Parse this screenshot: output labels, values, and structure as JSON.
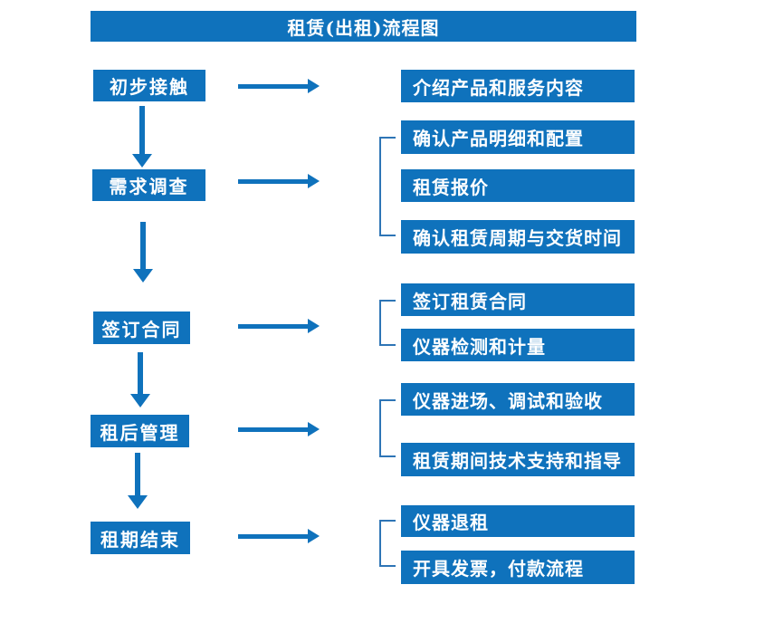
{
  "title": "租赁(出租)流程图",
  "colors": {
    "primary_blue": "#0f72bc",
    "bracket_blue": "#2e75b6",
    "text_on_blue": "#ffffff",
    "background": "#ffffff"
  },
  "stages": [
    {
      "label": "初步接触",
      "outputs": [
        "介绍产品和服务内容"
      ]
    },
    {
      "label": "需求调查",
      "outputs": [
        "确认产品明细和配置",
        "租赁报价",
        "确认租赁周期与交货时间"
      ]
    },
    {
      "label": "签订合同",
      "outputs": [
        "签订租赁合同",
        "仪器检测和计量"
      ]
    },
    {
      "label": "租后管理",
      "outputs": [
        "仪器进场、调试和验收",
        "租赁期间技术支持和指导"
      ]
    },
    {
      "label": "租期结束",
      "outputs": [
        "仪器退租",
        "开具发票，付款流程"
      ]
    }
  ]
}
